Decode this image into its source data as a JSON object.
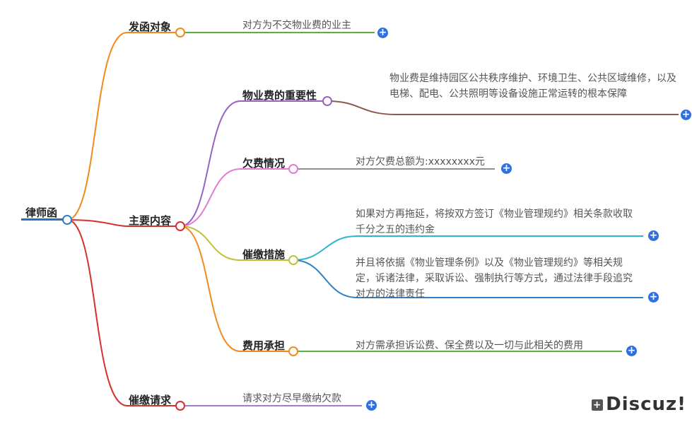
{
  "root": {
    "label": "律师函"
  },
  "branches": {
    "target": {
      "label": "发函对象",
      "leaf": "对方为不交物业费的业主"
    },
    "main": {
      "label": "主要内容",
      "importance": {
        "label": "物业费的重要性",
        "leaf": "物业费是维持园区公共秩序维护、环境卫生、公共区域维修，以及电梯、配电、公共照明等设备设施正常运转的根本保障"
      },
      "arrears": {
        "label": "欠费情况",
        "leaf": "对方欠费总额为:xxxxxxxx元"
      },
      "measures": {
        "label": "催缴措施",
        "leaf1": "如果对方再拖延，将按双方签订《物业管理规约》相关条款收取千分之五的违约金",
        "leaf2": "并且将依据《物业管理条例》以及《物业管理规约》等相关规定，诉诸法律，采取诉讼、强制执行等方式，通过法律手段追究对方的法律责任"
      },
      "costs": {
        "label": "费用承担",
        "leaf": "对方需承担诉讼费、保全费以及一切与此相关的费用"
      }
    },
    "request": {
      "label": "催缴请求",
      "leaf": "请求对方尽早缴纳欠款"
    }
  },
  "expand_symbol": "+",
  "watermark": {
    "box": "+",
    "text": "Discuz!"
  },
  "colors": {
    "orange": "#f28a1c",
    "red": "#d6322d",
    "purple": "#9a62c4",
    "pink": "#e37bd1",
    "olive": "#c2c13a",
    "green": "#57b33e",
    "brown": "#8a5a4c",
    "gray": "#8f8f8f",
    "teal": "#2bb7c9",
    "blue": "#2f7fc2",
    "violet": "#a27cd6",
    "plus": "#2f6fe4"
  }
}
